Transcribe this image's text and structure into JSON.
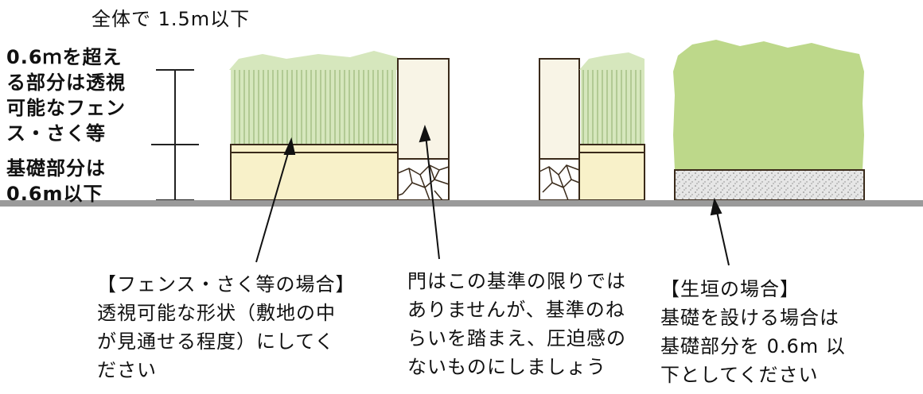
{
  "labels": {
    "total_height": "全体で 1.5m以下",
    "upper_part": [
      "0.6ｍを超え",
      "る部分は透視",
      "可能なフェン",
      "ス・さく等"
    ],
    "base_part": [
      "基礎部分は",
      "0.6m以下"
    ]
  },
  "callouts": {
    "fence": [
      "【フェンス・さく等の場合】",
      "透視可能な形状（敷地の中",
      "が見通せる程度）にしてく",
      "ださい"
    ],
    "gate": [
      "門はこの基準の限りでは",
      "ありませんが、基準のね",
      "らいを踏まえ、圧迫感の",
      "ないものにしましょう"
    ],
    "hedge": [
      "【生垣の場合】",
      "基礎を設ける場合は",
      "基礎部分を 0.6m 以",
      "下としてください"
    ]
  },
  "colors": {
    "hedge_green": "#bdd88a",
    "light_green": "#d6e7bd",
    "base_cream": "#f8f1c9",
    "gate_cream": "#f8f4e6",
    "ground": "#9a9a9a",
    "outline": "#3a2a1a"
  }
}
